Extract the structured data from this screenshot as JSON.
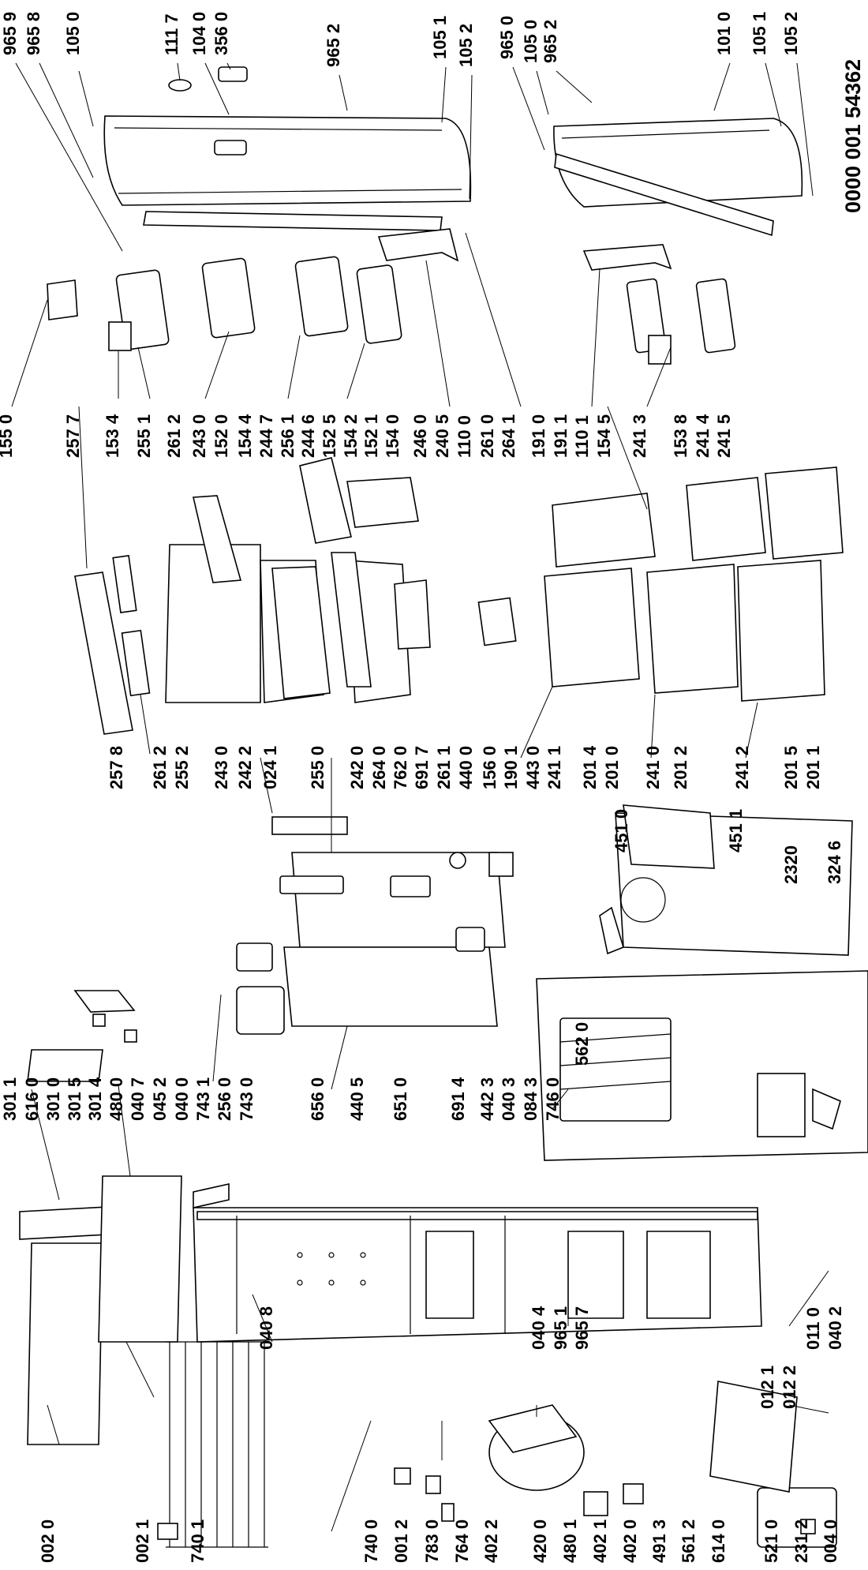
{
  "document_number": "0000 001 54362",
  "labels": {
    "top_row": [
      "965 9",
      "965 8",
      "105 0",
      "111 7",
      "104 0",
      "356 0",
      "965 2",
      "105 1",
      "105 2",
      "965 0",
      "105 0",
      "965 2",
      "101 0",
      "105 1",
      "105 2"
    ],
    "mid_row": [
      "155 0",
      "257 7",
      "153 4",
      "255 1",
      "261 2",
      "243 0",
      "152 0",
      "154 4",
      "244 7",
      "256 1",
      "244 6",
      "152 5",
      "154 2",
      "152 1",
      "154 0",
      "246 0",
      "240 5",
      "110 0",
      "261 0",
      "264 1",
      "191 0",
      "191 1",
      "110 1",
      "154 5",
      "241 3",
      "153 8",
      "241 4",
      "241 5"
    ],
    "row3": [
      "257 8",
      "261 2",
      "255 2",
      "243 0",
      "242 2",
      "024 1",
      "255 0",
      "242 0",
      "264 0",
      "762 0",
      "691 7",
      "261 1",
      "440 0",
      "156 0",
      "190 1",
      "443 0",
      "241 1",
      "201 4",
      "201 0",
      "241 0",
      "201 2",
      "241 2",
      "201 5",
      "201 1"
    ],
    "row4": [
      "301 1",
      "616 0",
      "301 0",
      "301 5",
      "301 4",
      "480 0",
      "040 7",
      "045 2",
      "040 0",
      "743 1",
      "256 0",
      "743 0",
      "656 0",
      "440 5",
      "651 0",
      "691 4",
      "442 3",
      "040 3",
      "084 3",
      "746 0",
      "451 0",
      "451 1",
      "2320",
      "324 6",
      "562 0"
    ],
    "row5": [
      "040 8",
      "040 4",
      "965 1",
      "965 7",
      "011 0",
      "040 2"
    ],
    "bottom_row": [
      "002 0",
      "002 1",
      "740 1",
      "740 0",
      "001 2",
      "783 0",
      "764 0",
      "402 2",
      "420 0",
      "480 1",
      "402 1",
      "402 0",
      "491 3",
      "561 2",
      "614 0",
      "521 0",
      "231 2",
      "004 0",
      "012 1",
      "012 2"
    ]
  }
}
